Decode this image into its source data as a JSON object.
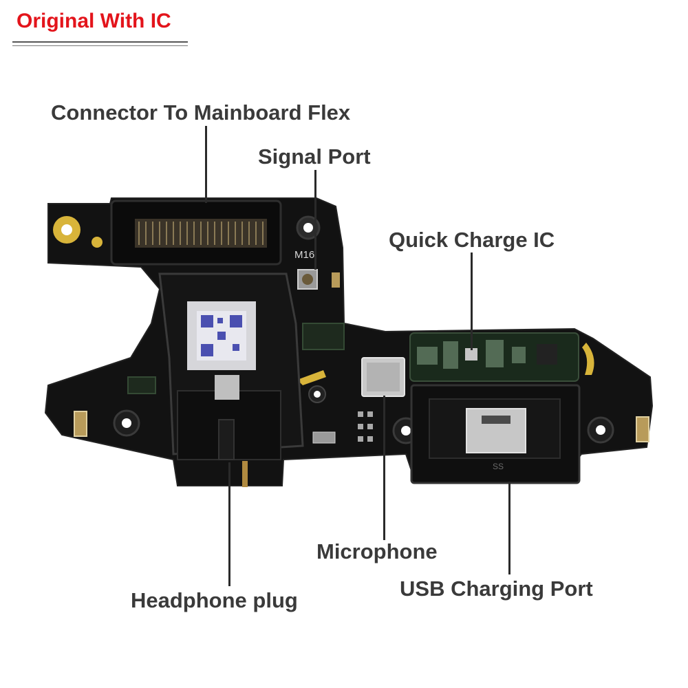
{
  "header": {
    "badge": "Original With IC"
  },
  "labels": {
    "connector": "Connector To Mainboard Flex",
    "signal_port": "Signal Port",
    "quick_charge": "Quick Charge IC",
    "microphone": "Microphone",
    "usb_port": "USB Charging Port",
    "headphone": "Headphone plug"
  },
  "board": {
    "silk_mark": "M16",
    "port_mark": "SS"
  },
  "colors": {
    "badge_red": "#e3141b",
    "pcb": "#121212",
    "gold": "#d8b43a",
    "text": "#3a3a3a"
  }
}
